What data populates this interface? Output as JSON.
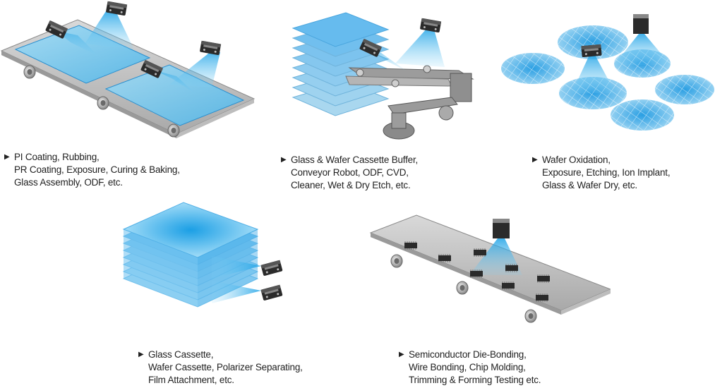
{
  "panels": [
    {
      "bullet": "▶",
      "lines": [
        "PI Coating, Rubbing,",
        "PR Coating, Exposure, Curing & Baking,",
        "Glass Assembly, ODF, etc."
      ]
    },
    {
      "bullet": "▶",
      "lines": [
        "Glass & Wafer Cassette Buffer,",
        "Conveyor Robot, ODF, CVD,",
        "Cleaner, Wet & Dry Etch, etc."
      ]
    },
    {
      "bullet": "▶",
      "lines": [
        "Wafer Oxidation,",
        "Exposure, Etching, Ion Implant,",
        "Glass & Wafer Dry, etc."
      ]
    },
    {
      "bullet": "▶",
      "lines": [
        "Glass Cassette,",
        "Wafer Cassette, Polarizer Separating,",
        "Film Attachment, etc."
      ]
    },
    {
      "bullet": "▶",
      "lines": [
        "Semiconductor Die-Bonding,",
        "Wire Bonding, Chip Molding,",
        "Trimming & Forming Testing  etc."
      ]
    }
  ],
  "colors": {
    "beam": "#2aa8e8",
    "glass": "#5cc0f0",
    "tray": "#c9c9c9",
    "sensor": "#2b2b2b"
  },
  "icons": [
    "sensor-icon",
    "roller-icon",
    "wafer-icon",
    "chip-icon",
    "robot-arm-icon"
  ]
}
